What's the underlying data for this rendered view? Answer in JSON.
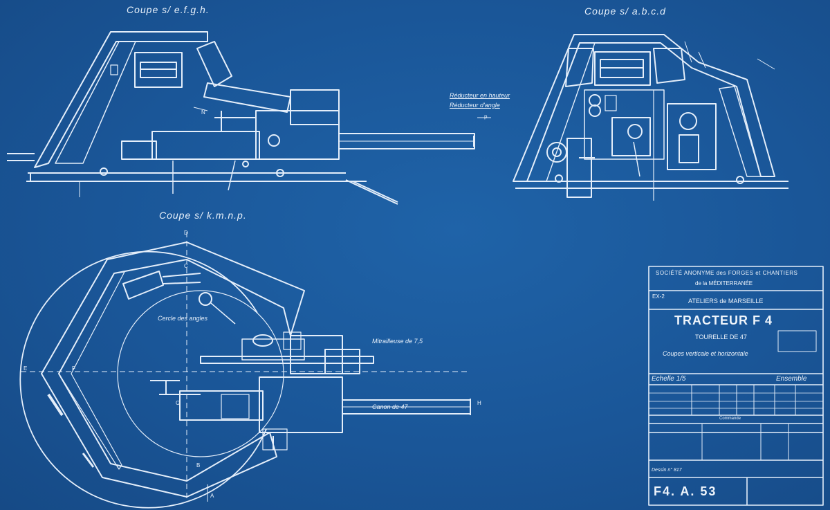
{
  "sections": {
    "top_left_title": "Coupe s/ e.f.g.h.",
    "top_right_title": "Coupe s/ a.b.c.d",
    "bottom_title": "Coupe s/ k.m.n.p."
  },
  "annotations": {
    "reducer_line1": "Réducteur en hauteur",
    "reducer_line2": "Réducteur d'angle",
    "letter_p_top": "p",
    "letter_n": "N",
    "gun_traverse": "Cercle des angles",
    "machine_gun": "Mitrailleuse de 7,5",
    "cannon": "Canon de 47",
    "letter_D": "D",
    "letter_C": "C",
    "letter_B": "B",
    "letter_A": "A",
    "letter_E": "E",
    "letter_F": "F",
    "letter_G": "G",
    "letter_H": "H"
  },
  "title_block": {
    "company_line1": "SOCIÉTÉ ANONYME des FORGES et CHANTIERS",
    "company_line2": "de la MÉDITERRANÉE",
    "ex": "EX-2",
    "workshop": "ATELIERS de MARSEILLE",
    "title": "TRACTEUR F 4",
    "subtitle": "TOURELLE DE 47",
    "description": "Coupes verticale et horizontale",
    "scale_label": "Echelle 1/5",
    "ensemble": "Ensemble",
    "commande": "Commande",
    "drawing_no": "Dessin n° 817",
    "reference": "F4. A. 53"
  },
  "colors": {
    "paper": "#1a5698",
    "ink": "#e8f1fb"
  }
}
